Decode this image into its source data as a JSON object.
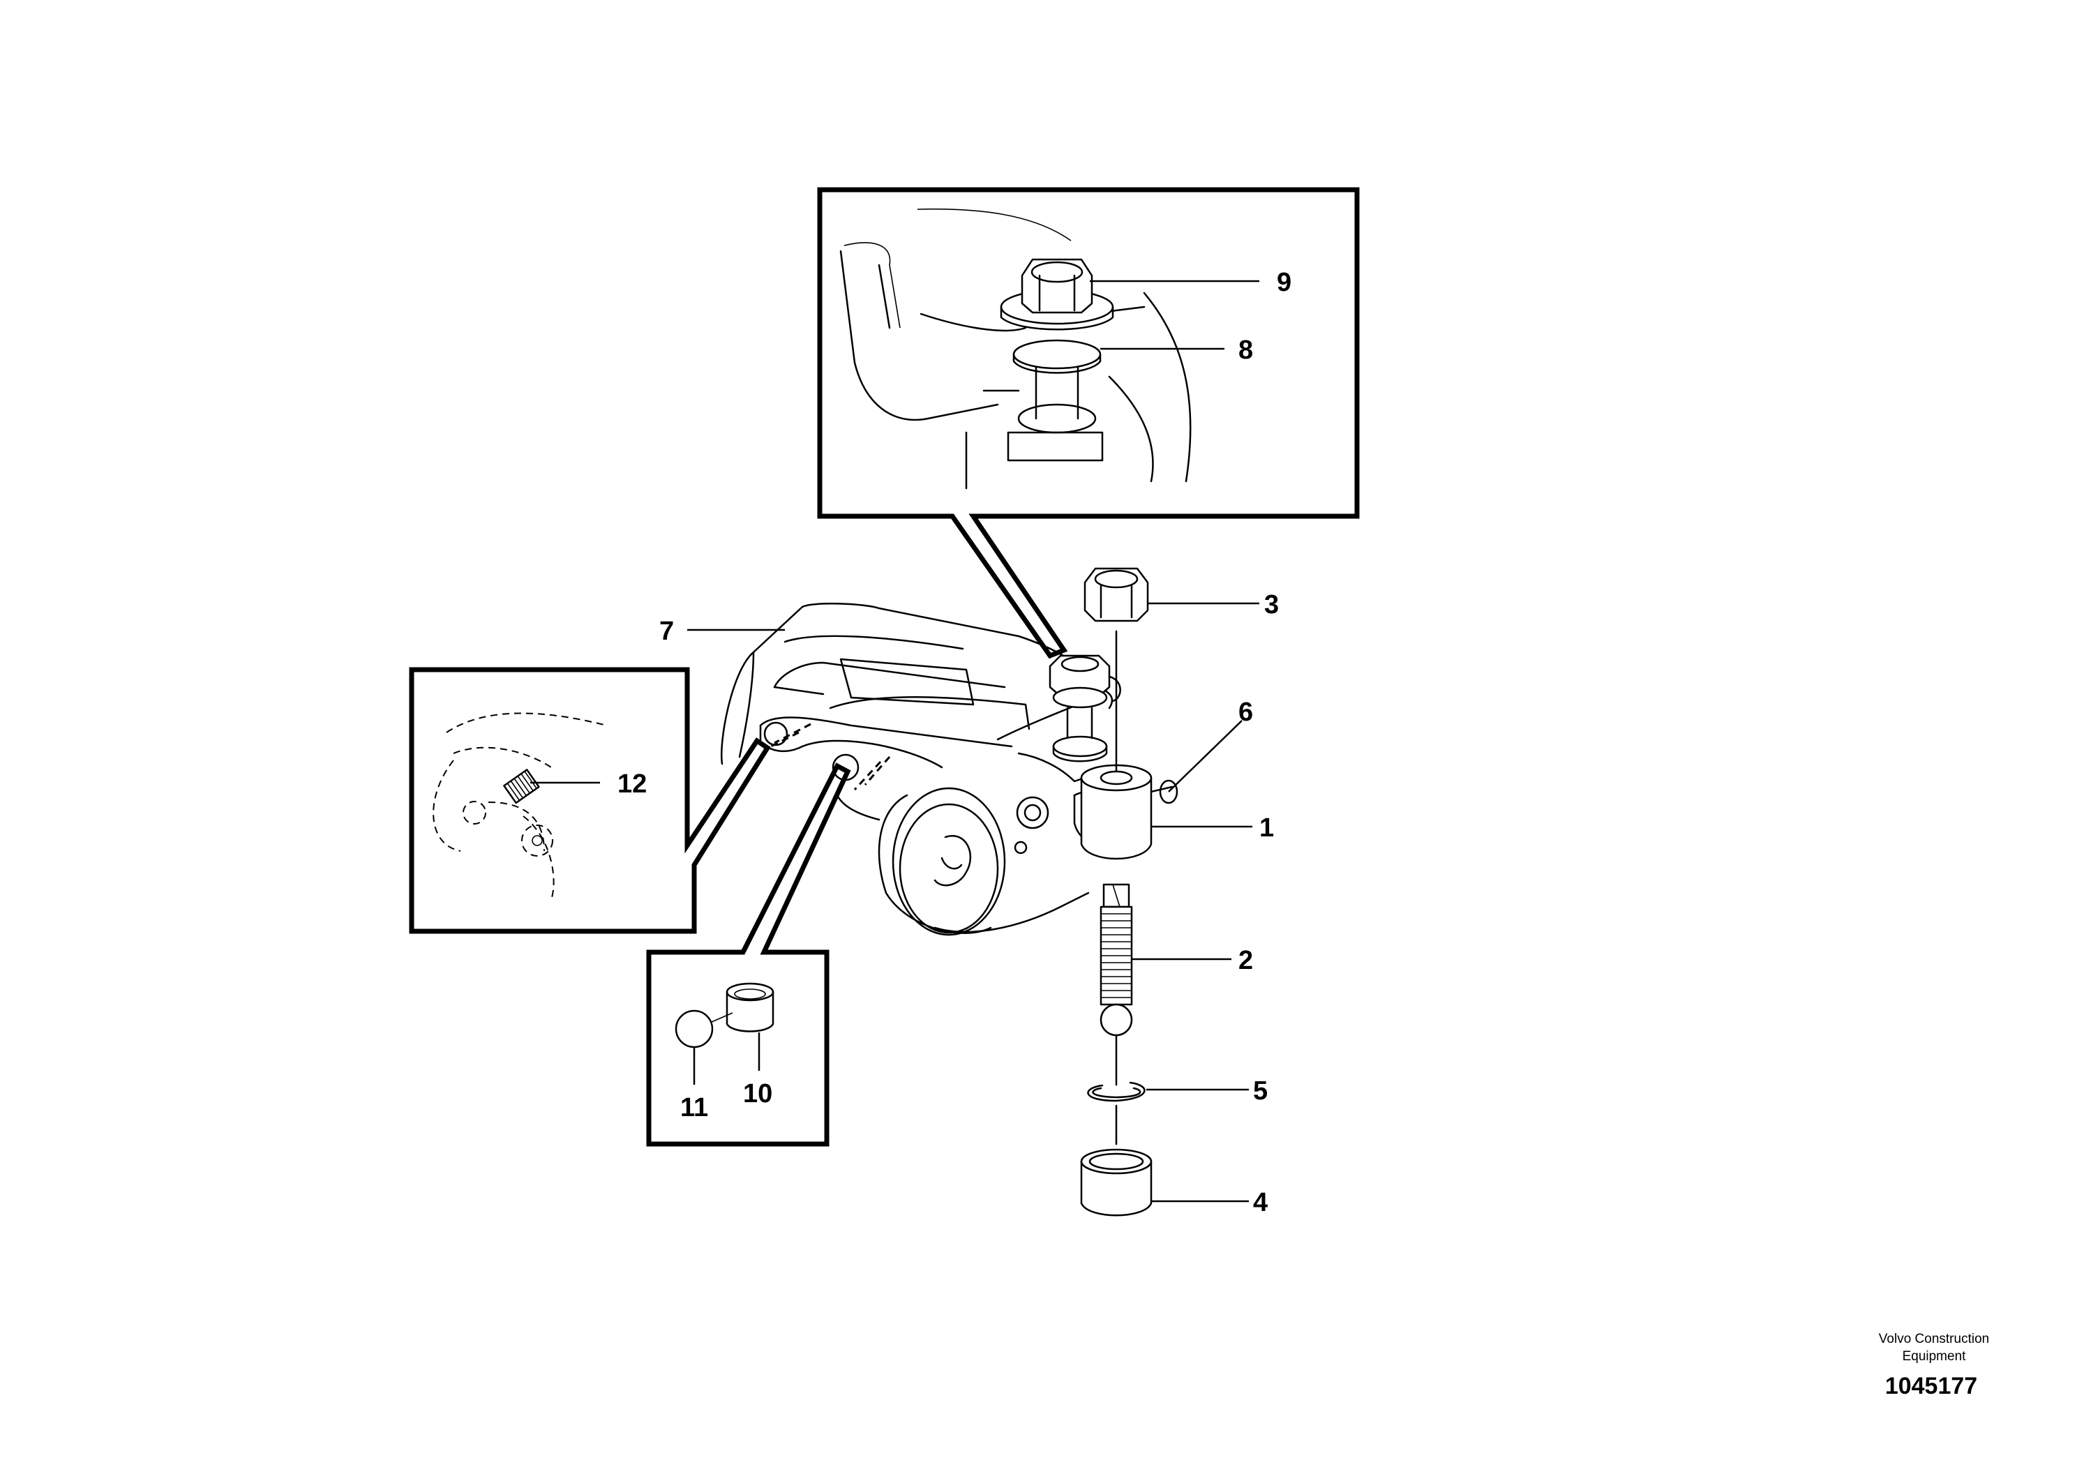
{
  "callouts": {
    "n1": "1",
    "n2": "2",
    "n3": "3",
    "n4": "4",
    "n5": "5",
    "n6": "6",
    "n7": "7",
    "n8": "8",
    "n9": "9",
    "n10": "10",
    "n11": "11",
    "n12": "12"
  },
  "footer": {
    "brand_line1": "Volvo Construction",
    "brand_line2": "Equipment",
    "figure_number": "1045177"
  }
}
